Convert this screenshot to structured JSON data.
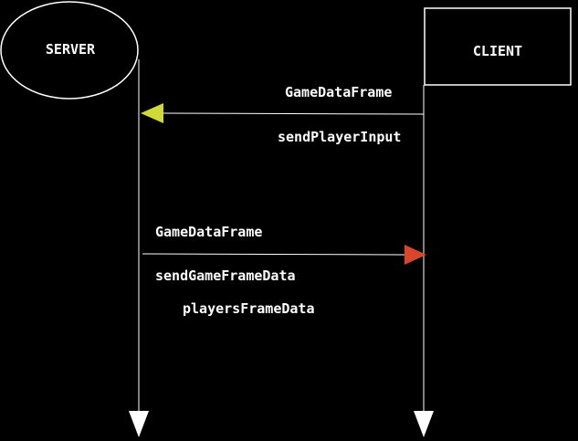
{
  "participants": {
    "server": {
      "label": "SERVER"
    },
    "client": {
      "label": "CLIENT"
    }
  },
  "messages": {
    "client_to_server": {
      "type": "GameDataFrame",
      "call": "sendPlayerInput",
      "arrow_color": "#cfd93a"
    },
    "server_to_client": {
      "type": "GameDataFrame",
      "call": "sendGameFrameData",
      "param": "playersFrameData",
      "arrow_color": "#d9462b"
    }
  },
  "colors": {
    "background": "#000000",
    "foreground": "#ffffff"
  }
}
